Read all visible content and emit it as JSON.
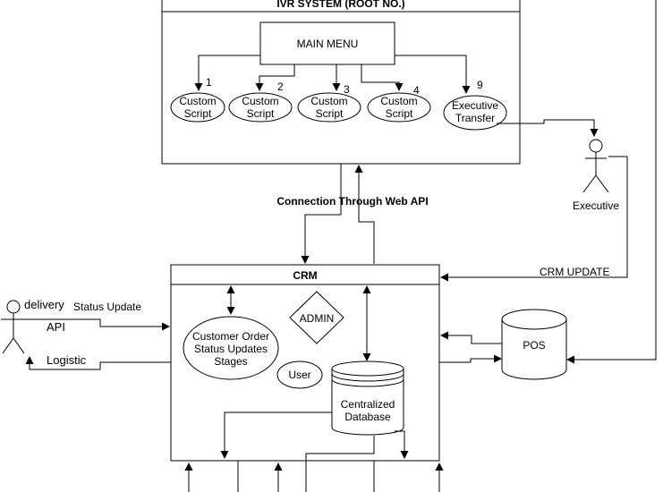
{
  "ivr": {
    "title": "IVR SYSTEM (ROOT NO.)",
    "main_menu": "MAIN MENU",
    "options": [
      {
        "number": "1",
        "line1": "Custom",
        "line2": "Script"
      },
      {
        "number": "2",
        "line1": "Custom",
        "line2": "Script"
      },
      {
        "number": "3",
        "line1": "Custom",
        "line2": "Script"
      },
      {
        "number": "4",
        "line1": "Custom",
        "line2": "Script"
      },
      {
        "number": "9",
        "line1": "Executive",
        "line2": "Transfer"
      }
    ]
  },
  "connection_label": "Connection Through Web API",
  "executive_label": "Executive",
  "crm_update_label": "CRM UPDATE",
  "crm": {
    "title": "CRM",
    "admin": "ADMIN",
    "stages_lines": [
      "Customer Order",
      "Status Updates",
      "Stages"
    ],
    "user": "User",
    "database_lines": [
      "Centralized",
      "Database"
    ]
  },
  "pos_label": "POS",
  "left": {
    "delivery": "delivery",
    "status_update": "Status Update",
    "api": "API",
    "logistic": "Logistic"
  }
}
